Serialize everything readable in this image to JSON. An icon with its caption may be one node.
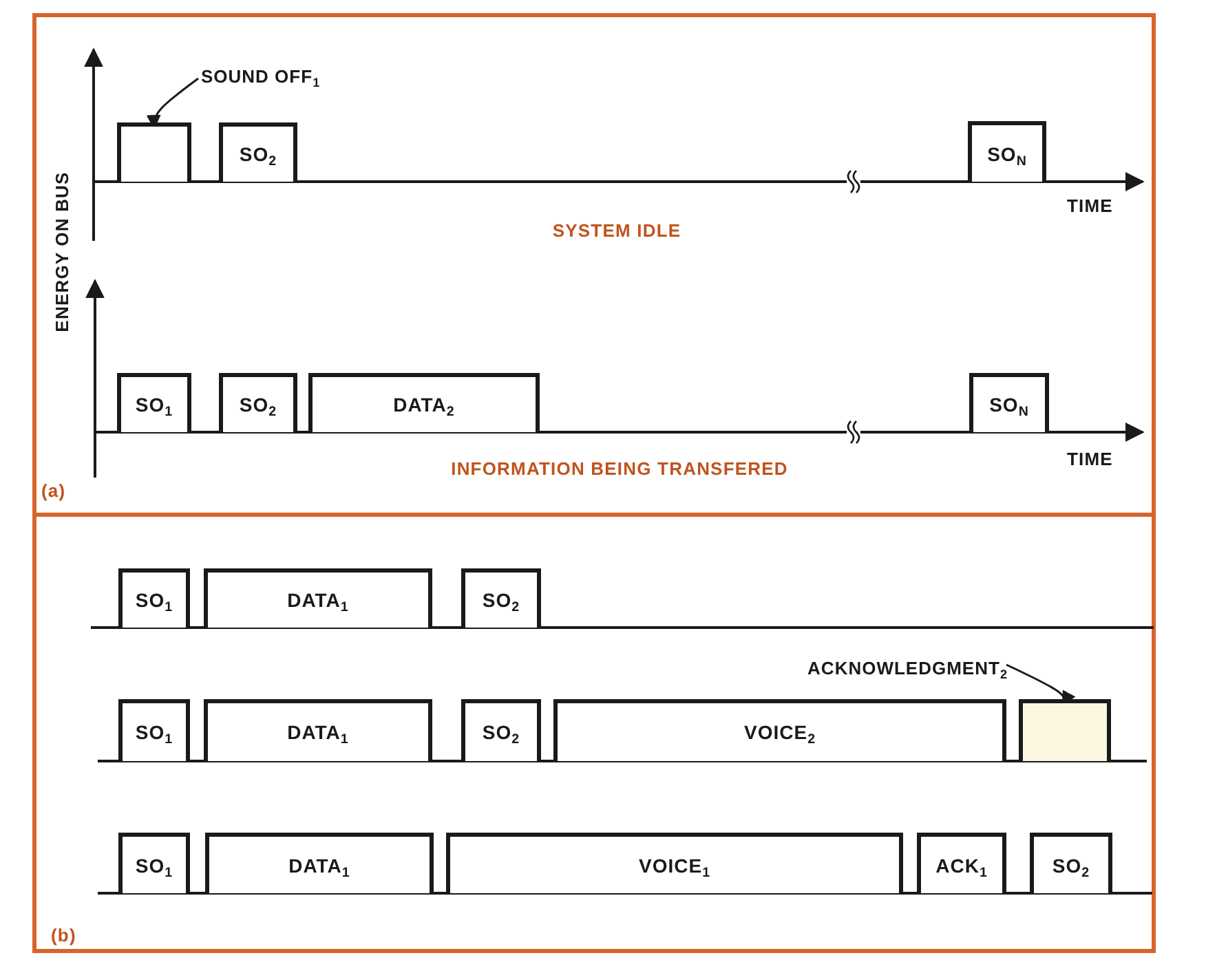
{
  "diagram": {
    "nodes": [
      {
        "text": [
          "SOUND OFF$_{1}$"
        ]
      },
      {
        "text": [],
        "shape": "box"
      },
      {
        "text": [
          "SO$_{2}$"
        ]
      },
      {
        "text": [
          "SO$_{N}$"
        ]
      },
      {
        "text": [
          "SO$_{1}$"
        ]
      },
      {
        "text": [
          "SO$_{2}$"
        ]
      },
      {
        "text": [
          "DATA$_{2}$"
        ]
      },
      {
        "text": [
          "SO$_{N}$"
        ]
      },
      {
        "text": [
          "SO$_{1}$"
        ]
      },
      {
        "text": [
          "DATA$_{1}$"
        ]
      },
      {
        "text": [
          "SO$_{2}$"
        ]
      },
      {
        "text": [
          "ACKNOWLEDGMENT$_{2}$"
        ]
      },
      {
        "text": [
          "SO$_{1}$"
        ]
      },
      {
        "text": [
          "DATA$_{1}$"
        ]
      },
      {
        "text": [
          "SO$_{2}$"
        ]
      },
      {
        "text": [
          "VOICE$_{2}$"
        ]
      },
      {
        "text": [],
        "shape": "box"
      },
      {
        "text": [
          "SO$_{1}$"
        ]
      },
      {
        "text": [
          "DATA$_{1}$"
        ]
      },
      {
        "text": [
          "VOICE$_{1}$"
        ]
      },
      {
        "text": [
          "ACK$_{1}$"
        ]
      },
      {
        "text": [
          "SO$_{2}$"
        ]
      }
    ],
    "edges": [
      {
        "from": 0,
        "to": 1,
        "arrow": "to"
      },
      {
        "from": 11,
        "to": 16,
        "arrow": "to"
      }
    ],
    "labels": [
      "ENERGY ON BUS",
      "TIME",
      "SYSTEM IDLE",
      "TIME",
      "INFORMATION BEING TRANSFERED",
      "(a)",
      "(b)"
    ]
  }
}
